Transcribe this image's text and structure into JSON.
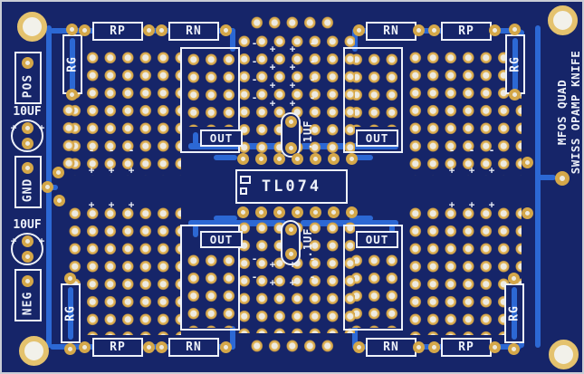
{
  "silkscreen": {
    "title_lines": [
      "MFOS QUAD",
      "SWISS OPAMP KNIFE"
    ],
    "ic_label": "TL074",
    "resistor_labels_top": [
      "RP",
      "RN",
      "RN",
      "RP"
    ],
    "resistor_labels_bottom": [
      "RP",
      "RN",
      "RN",
      "RP"
    ],
    "gain_resistor_labels": [
      "RG",
      "RG",
      "RG",
      "RG"
    ],
    "output_labels": [
      "OUT",
      "OUT",
      "OUT",
      "OUT"
    ],
    "bypass_cap_labels": [
      ".1UF",
      ".1UF"
    ],
    "electrolytic_cap_labels": [
      "10UF",
      "10UF"
    ],
    "power_terminal_labels": [
      "POS",
      "GND",
      "NEG"
    ],
    "polarity": {
      "plus": "+",
      "minus": "-"
    },
    "polarity_marks": [
      [
        279,
        46,
        "m"
      ],
      [
        299,
        52,
        "p"
      ],
      [
        321,
        52,
        "p"
      ],
      [
        343,
        46,
        "m"
      ],
      [
        279,
        66,
        "m"
      ],
      [
        299,
        72,
        "p"
      ],
      [
        321,
        72,
        "p"
      ],
      [
        343,
        66,
        "m"
      ],
      [
        279,
        86,
        "m"
      ],
      [
        299,
        92,
        "p"
      ],
      [
        321,
        92,
        "p"
      ],
      [
        343,
        86,
        "m"
      ],
      [
        279,
        106,
        "m"
      ],
      [
        299,
        112,
        "p"
      ],
      [
        321,
        112,
        "p"
      ],
      [
        343,
        106,
        "m"
      ],
      [
        279,
        284,
        "m"
      ],
      [
        299,
        290,
        "p"
      ],
      [
        321,
        290,
        "p"
      ],
      [
        343,
        284,
        "m"
      ],
      [
        279,
        304,
        "m"
      ],
      [
        299,
        310,
        "p"
      ],
      [
        321,
        310,
        "p"
      ],
      [
        343,
        304,
        "m"
      ],
      [
        99,
        164,
        "m"
      ],
      [
        121,
        164,
        "m"
      ],
      [
        143,
        164,
        "m"
      ],
      [
        99,
        186,
        "p"
      ],
      [
        121,
        186,
        "p"
      ],
      [
        143,
        186,
        "p"
      ],
      [
        497,
        164,
        "m"
      ],
      [
        519,
        164,
        "m"
      ],
      [
        541,
        164,
        "m"
      ],
      [
        497,
        186,
        "p"
      ],
      [
        519,
        186,
        "p"
      ],
      [
        541,
        186,
        "p"
      ],
      [
        99,
        224,
        "p"
      ],
      [
        121,
        224,
        "p"
      ],
      [
        143,
        224,
        "p"
      ],
      [
        497,
        224,
        "p"
      ],
      [
        519,
        224,
        "p"
      ],
      [
        541,
        224,
        "p"
      ],
      [
        13,
        139,
        "p"
      ],
      [
        44,
        139,
        "p"
      ],
      [
        13,
        264,
        "p"
      ],
      [
        44,
        264,
        "p"
      ]
    ]
  },
  "colors": {
    "board_substrate": "#162569",
    "copper_trace": "#2c68d4",
    "pad_ring_gold": "#d4a749",
    "pad_hole": "#edeae1",
    "silkscreen_white": "#edf1f9",
    "image_border": "#c9cdd6"
  }
}
